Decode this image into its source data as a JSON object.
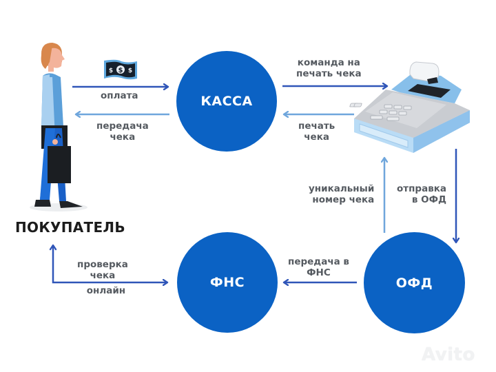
{
  "diagram": {
    "nodes": {
      "buyer": "ПОКУПАТЕЛЬ",
      "kassa": "КАССА",
      "ofd": "ОФД",
      "fns": "ФНС",
      "register": "cash-register-icon"
    },
    "edges": {
      "payment": "оплата",
      "receipt_transfer_line1": "передача",
      "receipt_transfer_line2": "чека",
      "print_command_line1": "команда на",
      "print_command_line2": "печать чека",
      "receipt_print_line1": "печать",
      "receipt_print_line2": "чека",
      "unique_number_line1": "уникальный",
      "unique_number_line2": "номер чека",
      "send_ofd_line1": "отправка",
      "send_ofd_line2": "в ОФД",
      "transfer_fns_line1": "передача в",
      "transfer_fns_line2": "ФНС",
      "check_online_line1": "проверка",
      "check_online_line2": "чека",
      "check_online_line3": "онлайн"
    },
    "colors": {
      "circle": "#0b62c4",
      "arrow_dark": "#2f55b8",
      "arrow_light": "#6fa6dc",
      "label_text": "#555a60",
      "title_text": "#1c1c1c"
    }
  },
  "watermark": "Avito"
}
